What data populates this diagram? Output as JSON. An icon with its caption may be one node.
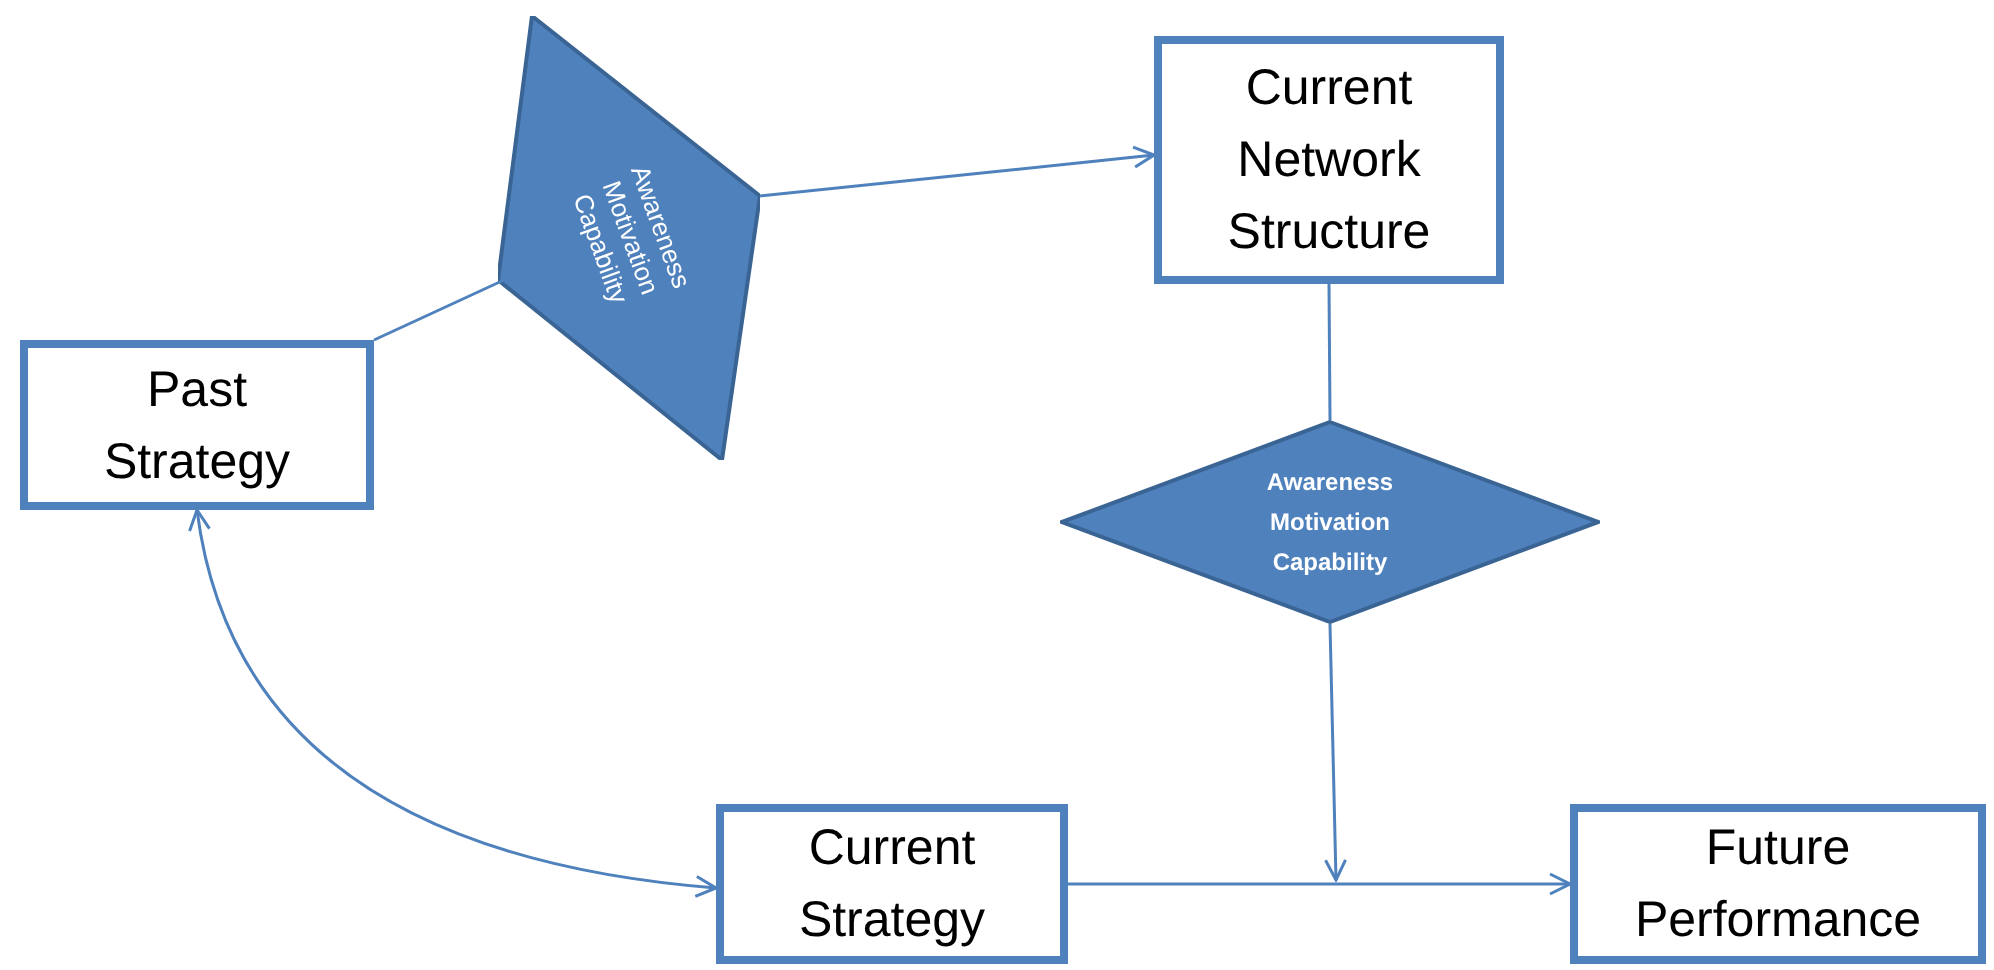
{
  "diagram": {
    "nodes": [
      {
        "text": [
          "Past Strategy"
        ]
      },
      {
        "text": [
          "Awareness Motivation Capability"
        ]
      },
      {
        "text": [
          "Current Network Structure"
        ]
      },
      {
        "text": [
          "Awareness Motivation Capability"
        ]
      },
      {
        "text": [
          "Current Strategy"
        ]
      },
      {
        "text": [
          "Future Performance"
        ]
      }
    ],
    "edges": [
      {
        "from": 0,
        "to": 1,
        "arrow": "none"
      },
      {
        "from": 1,
        "to": 2,
        "arrow": "to"
      },
      {
        "from": 2,
        "to": 3,
        "arrow": "none"
      },
      {
        "from": 3,
        "to": null,
        "arrow": "to"
      },
      {
        "from": 4,
        "to": 5,
        "arrow": "to"
      },
      {
        "from": 0,
        "to": 4,
        "arrow": "both"
      }
    ]
  }
}
